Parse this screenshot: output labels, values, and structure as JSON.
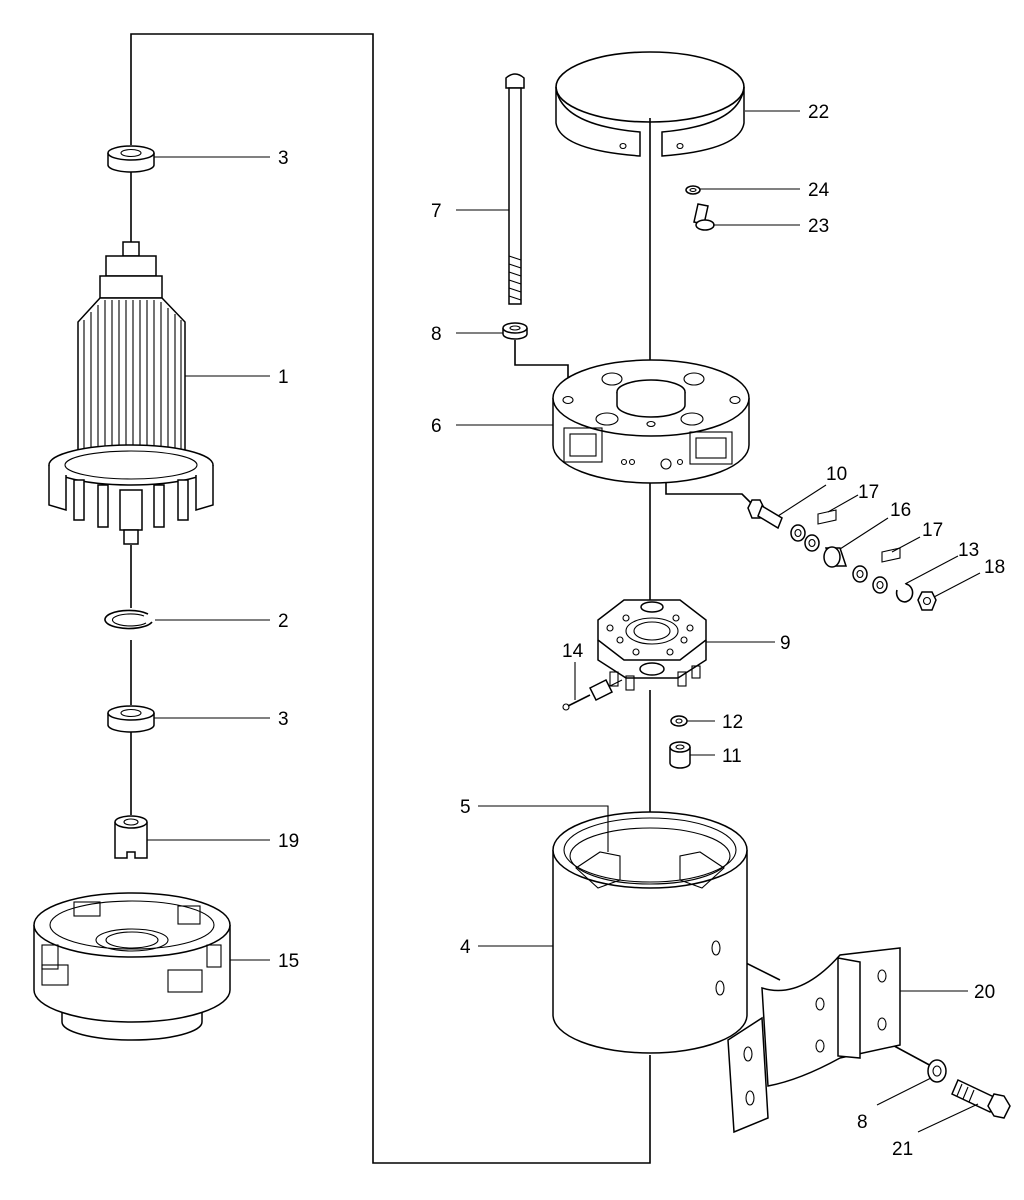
{
  "labels": {
    "p1": "1",
    "p2": "2",
    "p3a": "3",
    "p3b": "3",
    "p4": "4",
    "p5": "5",
    "p6": "6",
    "p7": "7",
    "p8a": "8",
    "p8b": "8",
    "p9": "9",
    "p10": "10",
    "p11": "11",
    "p12": "12",
    "p13": "13",
    "p14": "14",
    "p15": "15",
    "p16": "16",
    "p17a": "17",
    "p17b": "17",
    "p18": "18",
    "p19": "19",
    "p20": "20",
    "p21": "21",
    "p22": "22",
    "p23": "23",
    "p24": "24"
  }
}
